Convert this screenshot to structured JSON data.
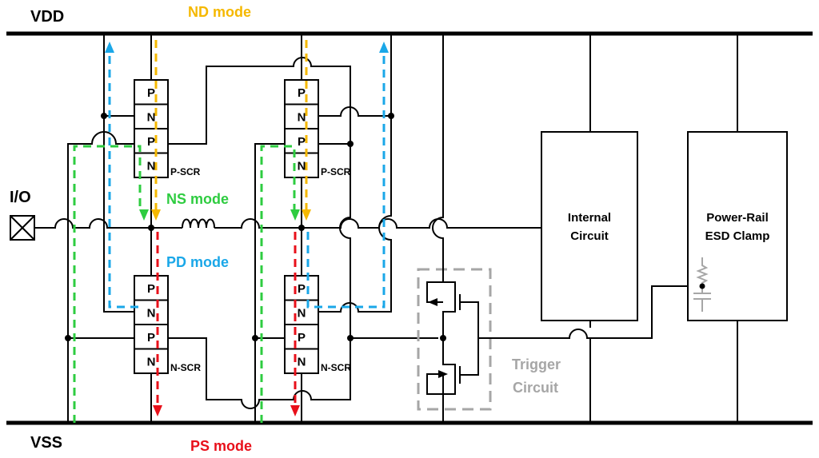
{
  "rails": {
    "vdd": "VDD",
    "vss": "VSS"
  },
  "io": {
    "label": "I/O"
  },
  "modes": {
    "nd": {
      "label": "ND mode",
      "color": "#f5b800"
    },
    "ns": {
      "label": "NS mode",
      "color": "#2ecc40"
    },
    "pd": {
      "label": "PD mode",
      "color": "#1aa7e8"
    },
    "ps": {
      "label": "PS mode",
      "color": "#e8101a"
    }
  },
  "scr": {
    "p_label": "P-SCR",
    "n_label": "N-SCR",
    "p_layers": [
      "P",
      "N",
      "P",
      "N"
    ],
    "n_layers": [
      "P",
      "N",
      "P",
      "N"
    ]
  },
  "blocks": {
    "internal": [
      "Internal",
      "Circuit"
    ],
    "clamp": [
      "Power-Rail",
      "ESD Clamp"
    ],
    "trigger": [
      "Trigger",
      "Circuit"
    ]
  },
  "colors": {
    "trigger_gray": "#a6a6a6"
  }
}
